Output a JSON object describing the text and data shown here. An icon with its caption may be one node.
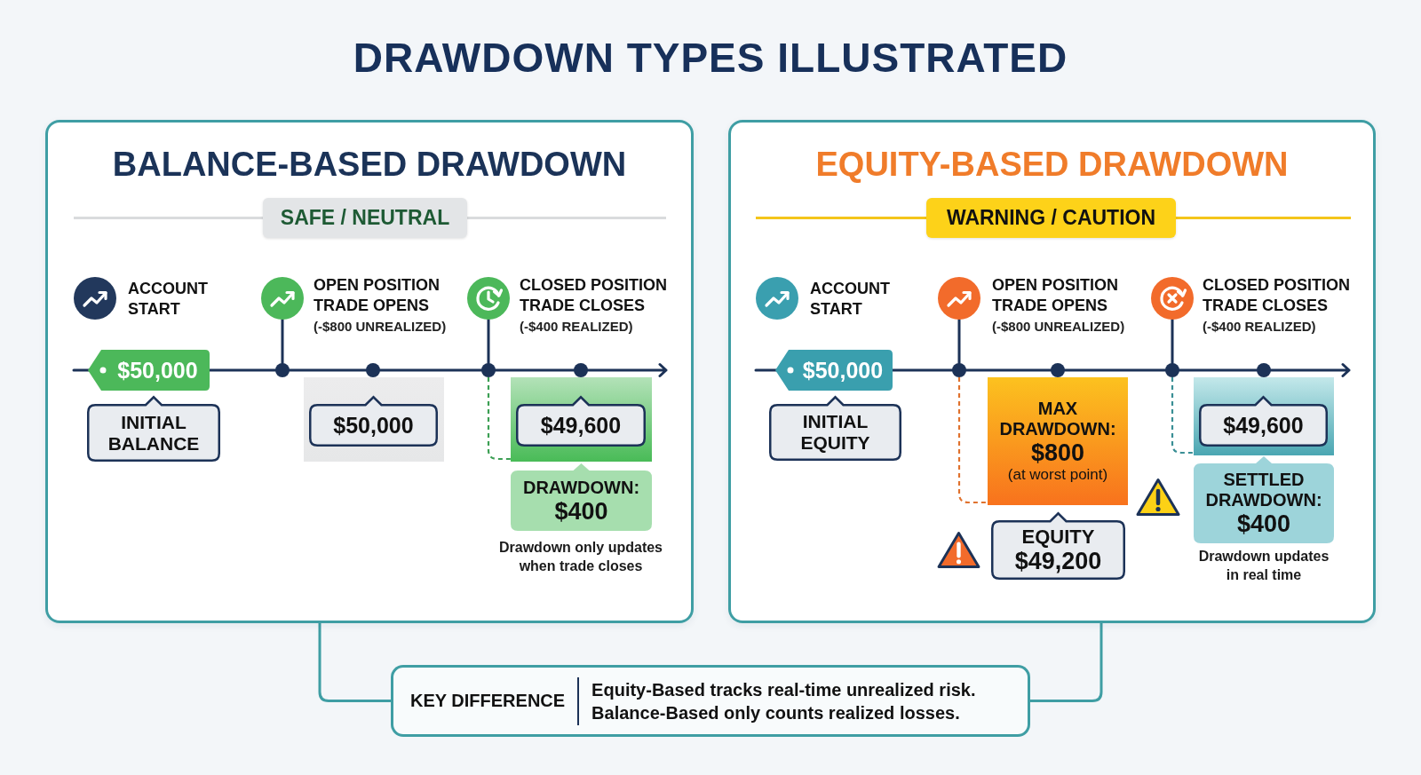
{
  "diagram": {
    "title": "DRAWDOWN TYPES ILLUSTRATED",
    "nodes": [
      {
        "text": [
          "BALANCE-BASED DRAWDOWN"
        ]
      },
      {
        "text": [
          "SAFE / NEUTRAL"
        ],
        "in": 0
      },
      {
        "text": [],
        "shape": "circle",
        "beside": [
          "ACCOUNT START"
        ],
        "in": 0
      },
      {
        "text": [],
        "shape": "circle",
        "beside": [
          "OPEN POSITION TRADE OPENS",
          "(-$800 UNREALIZED)"
        ],
        "in": 0
      },
      {
        "text": [],
        "shape": "circle",
        "beside": [
          "CLOSED POSITION TRADE CLOSES",
          "(-$400 REALIZED)"
        ],
        "in": 0
      },
      {
        "text": [
          "$50,000"
        ],
        "in": 0
      },
      {
        "text": [],
        "shape": "circle",
        "in": 0
      },
      {
        "text": [],
        "shape": "circle",
        "in": 0
      },
      {
        "text": [],
        "shape": "circle",
        "in": 0
      },
      {
        "text": [],
        "shape": "circle",
        "in": 0
      },
      {
        "text": [
          "INITIAL BALANCE"
        ],
        "in": 0
      },
      {
        "text": [],
        "shape": "box",
        "in": 0
      },
      {
        "text": [
          "$50,000"
        ],
        "in": 11
      },
      {
        "text": [],
        "shape": "box",
        "in": 0
      },
      {
        "text": [
          "$49,600"
        ],
        "in": 13
      },
      {
        "text": [
          "DRAWDOWN:",
          "$400"
        ],
        "beside": [
          "Drawdown only updates when trade closes"
        ],
        "in": 0
      },
      {
        "text": [
          "EQUITY-BASED DRAWDOWN"
        ]
      },
      {
        "text": [
          "WARNING / CAUTION"
        ],
        "in": 16
      },
      {
        "text": [],
        "shape": "circle",
        "beside": [
          "ACCOUNT START"
        ],
        "in": 16
      },
      {
        "text": [],
        "shape": "circle",
        "beside": [
          "OPEN POSITION TRADE OPENS",
          "(-$800 UNREALIZED)"
        ],
        "in": 16
      },
      {
        "text": [],
        "shape": "circle",
        "beside": [
          "CLOSED POSITION TRADE CLOSES",
          "(-$400 REALIZED)"
        ],
        "in": 16
      },
      {
        "text": [
          "$50,000"
        ],
        "in": 16
      },
      {
        "text": [],
        "shape": "circle",
        "in": 16
      },
      {
        "text": [],
        "shape": "circle",
        "in": 16
      },
      {
        "text": [],
        "shape": "circle",
        "in": 16
      },
      {
        "text": [],
        "shape": "circle",
        "in": 16
      },
      {
        "text": [
          "INITIAL EQUITY"
        ],
        "in": 16
      },
      {
        "text": [
          "MAX DRAWDOWN:",
          "$800",
          "(at worst point)"
        ],
        "in": 16
      },
      {
        "text": [
          "EQUITY",
          "$49,200"
        ],
        "in": 16
      },
      {
        "text": [],
        "shape": "box",
        "in": 16
      },
      {
        "text": [
          "$49,600"
        ],
        "in": 29
      },
      {
        "text": [
          "SETTLED DRAWDOWN:",
          "$400"
        ],
        "beside": [
          "Drawdown updates in real time"
        ],
        "in": 16
      },
      {
        "text": [
          "KEY DIFFERENCE",
          "Equity-Based tracks real-time unrealized risk.",
          "Balance-Based only counts realized losses."
        ]
      }
    ],
    "edges": [
      {
        "from": 0,
        "to": 32,
        "arrow": "none",
        "color": "#3f9ea4"
      },
      {
        "from": 16,
        "to": 32,
        "arrow": "none",
        "color": "#3f9ea4"
      },
      {
        "from": 3,
        "to": 6,
        "arrow": "none"
      },
      {
        "from": 4,
        "to": 8,
        "arrow": "none"
      },
      {
        "from": 8,
        "to": 13,
        "arrow": "none",
        "style": "dashed",
        "color": "#3c9f54"
      },
      {
        "from": 19,
        "to": 22,
        "arrow": "none"
      },
      {
        "from": 20,
        "to": 24,
        "arrow": "none"
      },
      {
        "from": 22,
        "to": 27,
        "arrow": "none",
        "style": "dashed",
        "color": "#e0722e"
      },
      {
        "from": 24,
        "to": 29,
        "arrow": "none",
        "style": "dashed",
        "color": "#3a8f95"
      }
    ]
  }
}
